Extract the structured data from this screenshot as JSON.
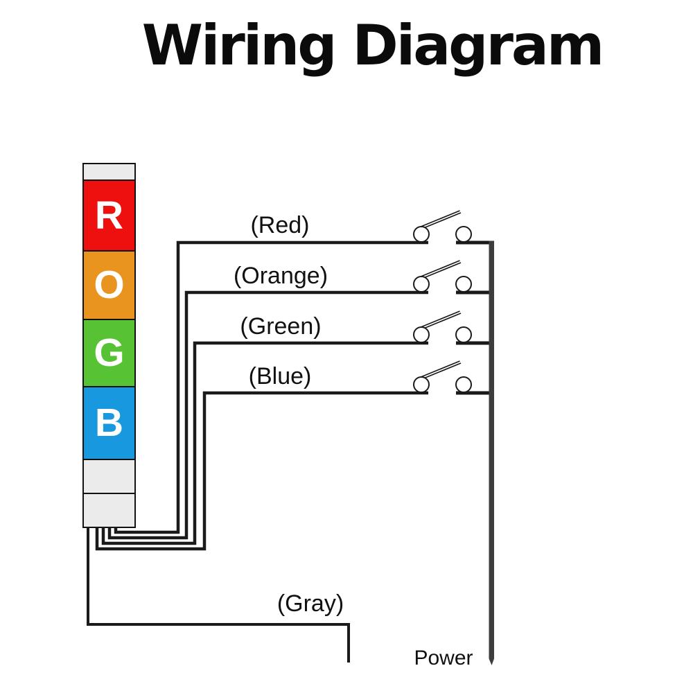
{
  "title": "Wiring Diagram",
  "tower": {
    "description": "signal tower light with colored segments",
    "segments": [
      {
        "id": "top-cap",
        "label": "",
        "color": "#ebebeb"
      },
      {
        "id": "red",
        "label": "R",
        "color": "#ee0f0f"
      },
      {
        "id": "orange",
        "label": "O",
        "color": "#e8941e"
      },
      {
        "id": "green",
        "label": "G",
        "color": "#57c334"
      },
      {
        "id": "blue",
        "label": "B",
        "color": "#1898de"
      },
      {
        "id": "body-cap-1",
        "label": "",
        "color": "#ebebeb"
      },
      {
        "id": "body-cap-2",
        "label": "",
        "color": "#ebebeb"
      }
    ],
    "letter_color": "#ffffff",
    "border_color": "#111111"
  },
  "wires": [
    {
      "id": "red",
      "label": "(Red)",
      "color": "#1a1a1a",
      "has_switch": true
    },
    {
      "id": "orange",
      "label": "(Orange)",
      "color": "#1a1a1a",
      "has_switch": true
    },
    {
      "id": "green",
      "label": "(Green)",
      "color": "#1a1a1a",
      "has_switch": true
    },
    {
      "id": "blue",
      "label": "(Blue)",
      "color": "#1a1a1a",
      "has_switch": true
    },
    {
      "id": "gray",
      "label": "(Gray)",
      "color": "#1a1a1a",
      "has_switch": false
    }
  ],
  "switch_style": "normally-open contact with lever",
  "power": {
    "label": "Power",
    "bus_color": "#3d3d3d"
  }
}
